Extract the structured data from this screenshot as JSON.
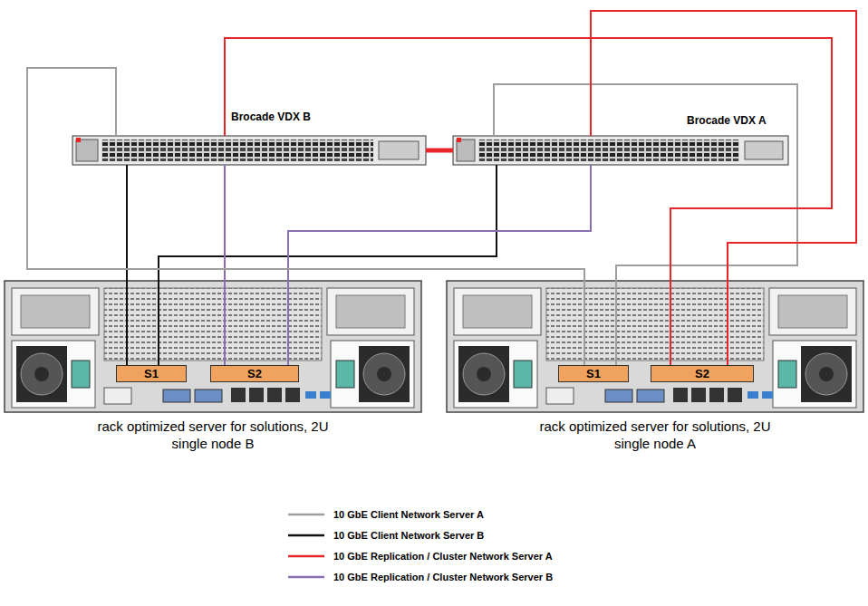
{
  "diagram": {
    "nodes": [
      {
        "text": [
          "Brocade VDX B"
        ]
      },
      {
        "text": [
          "Brocade VDX A"
        ]
      },
      {
        "text": [
          "rack optimized server for solutions, 2U single node B"
        ]
      },
      {
        "text": [
          "S1"
        ],
        "in": 2
      },
      {
        "text": [
          "S2"
        ],
        "in": 2
      },
      {
        "text": [
          "rack optimized server for solutions, 2U single node A"
        ]
      },
      {
        "text": [
          "S1"
        ],
        "in": 5
      },
      {
        "text": [
          "S2"
        ],
        "in": 5
      }
    ],
    "edges": [
      {
        "from": 0,
        "to": 1,
        "arrow": "none"
      },
      {
        "from": 0,
        "to": 3,
        "arrow": "none"
      },
      {
        "from": 1,
        "to": 3,
        "arrow": "none"
      },
      {
        "from": 0,
        "to": 4,
        "arrow": "none"
      },
      {
        "from": 1,
        "to": 4,
        "arrow": "none"
      },
      {
        "from": 0,
        "to": 6,
        "arrow": "none"
      },
      {
        "from": 1,
        "to": 6,
        "arrow": "none"
      },
      {
        "from": 0,
        "to": 7,
        "arrow": "none"
      },
      {
        "from": 1,
        "to": 7,
        "arrow": "none"
      }
    ],
    "legend": [
      {
        "text": "10 GbE Client Network Server A"
      },
      {
        "text": "10 GbE Client Network Server B"
      },
      {
        "text": "10 GbE Replication / Cluster Network Server A"
      },
      {
        "text": "10 GbE Replication / Cluster Network Server B"
      }
    ]
  }
}
